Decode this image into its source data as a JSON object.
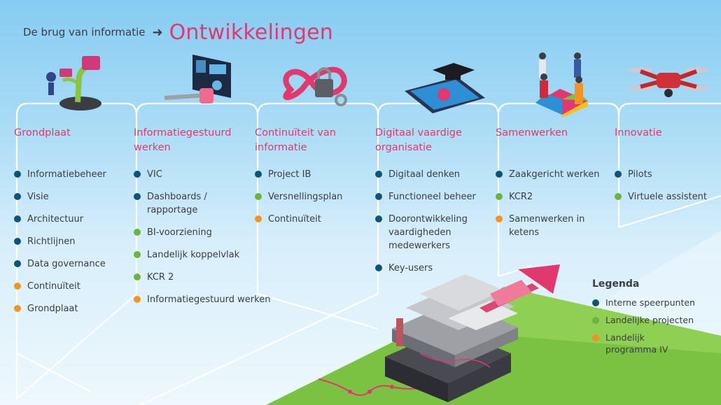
{
  "header": {
    "breadcrumb": "De brug van informatie",
    "title": "Ontwikkelingen"
  },
  "colors": {
    "title_pink": "#e0386f",
    "text_dark": "#3a3d44",
    "interne": "#10537a",
    "landelijk_projecten": "#6db33f",
    "landelijk_programma": "#f39325",
    "green_field": "#7cc242"
  },
  "columns": [
    {
      "title": "Grondplaat",
      "icon": "plant-tree-icon",
      "items": [
        {
          "label": "Informatiebeheer",
          "kind": "interne"
        },
        {
          "label": "Visie",
          "kind": "interne"
        },
        {
          "label": "Architectuur",
          "kind": "interne"
        },
        {
          "label": "Richtlijnen",
          "kind": "interne"
        },
        {
          "label": "Data governance",
          "kind": "interne"
        },
        {
          "label": "Continuïteit",
          "kind": "programma"
        },
        {
          "label": "Grondplaat",
          "kind": "programma"
        }
      ]
    },
    {
      "title": "Informatiegestuurd werken",
      "icon": "dashboard-wrench-icon",
      "items": [
        {
          "label": "VIC",
          "kind": "interne"
        },
        {
          "label": "Dashboards / rapportage",
          "kind": "interne"
        },
        {
          "label": "BI-voorziening",
          "kind": "projecten"
        },
        {
          "label": "Landelijk koppelvlak",
          "kind": "projecten"
        },
        {
          "label": "KCR 2",
          "kind": "projecten"
        },
        {
          "label": "Informatiegestuurd werken",
          "kind": "programma"
        }
      ]
    },
    {
      "title": "Continuïteit van informatie",
      "icon": "padlock-infinity-icon",
      "items": [
        {
          "label": "Project IB",
          "kind": "interne"
        },
        {
          "label": "Versnellingsplan",
          "kind": "projecten"
        },
        {
          "label": "Continuïteit",
          "kind": "programma"
        }
      ]
    },
    {
      "title": "Digitaal vaardige organisatie",
      "icon": "tablet-graduation-cap-icon",
      "items": [
        {
          "label": "Digitaal denken",
          "kind": "interne"
        },
        {
          "label": "Functioneel beheer",
          "kind": "interne"
        },
        {
          "label": "Doorontwikkeling vaardigheden medewerkers",
          "kind": "interne"
        },
        {
          "label": "Key-users",
          "kind": "interne"
        }
      ]
    },
    {
      "title": "Samenwerken",
      "icon": "people-puzzle-icon",
      "items": [
        {
          "label": "Zaakgericht werken",
          "kind": "interne"
        },
        {
          "label": "KCR2",
          "kind": "projecten"
        },
        {
          "label": "Samenwerken in ketens",
          "kind": "programma"
        }
      ]
    },
    {
      "title": "Innovatie",
      "icon": "drone-icon",
      "items": [
        {
          "label": "Pilots",
          "kind": "interne"
        },
        {
          "label": "Virtuele assistent",
          "kind": "projecten"
        }
      ]
    }
  ],
  "legend": {
    "title": "Legenda",
    "items": [
      {
        "label": "Interne speerpunten",
        "kind": "interne"
      },
      {
        "label": "Landelijke projecten",
        "kind": "projecten"
      },
      {
        "label": "Landelijk programma IV",
        "kind": "programma"
      }
    ]
  }
}
